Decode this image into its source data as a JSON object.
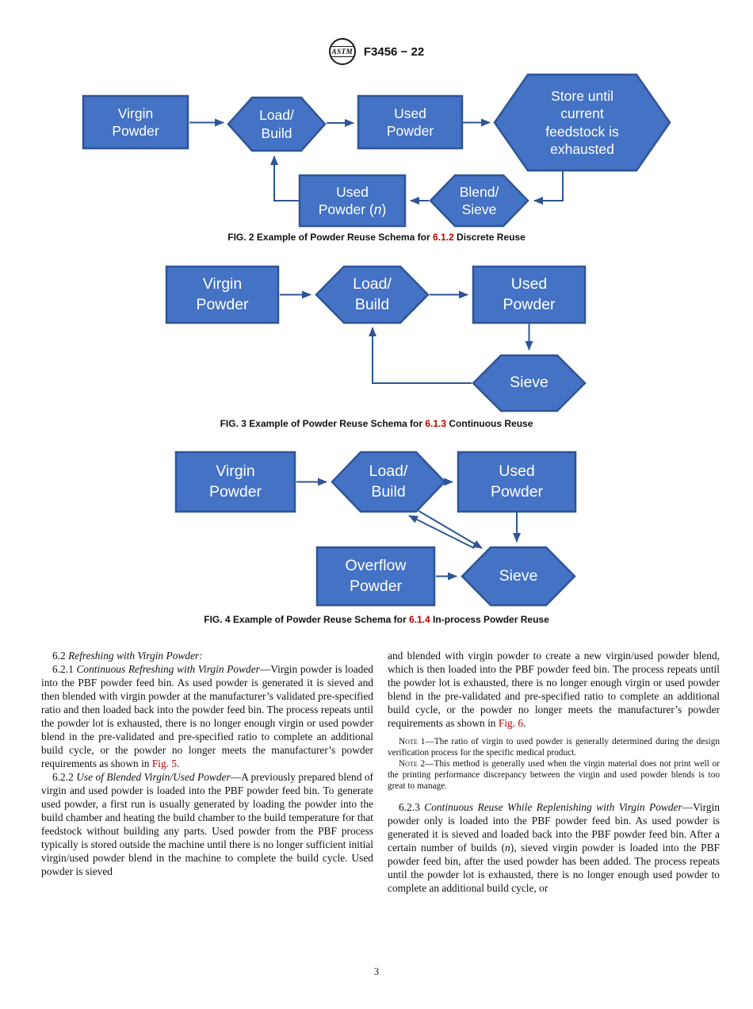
{
  "colors": {
    "node_fill": "#4472C4",
    "node_stroke": "#2F5597",
    "link_red": "#C00000"
  },
  "header": {
    "logo_text": "ASTM",
    "designation": "F3456 − 22"
  },
  "figures": {
    "fig2": {
      "caption": [
        {
          "t": "FIG. 2 Example of Powder Reuse Schema for "
        },
        {
          "t": "6.1.2",
          "s": "link"
        },
        {
          "t": " Discrete Reuse"
        }
      ],
      "nodes": {
        "virgin": [
          [
            {
              "t": "Virgin"
            }
          ],
          [
            {
              "t": "Powder"
            }
          ]
        ],
        "load_build": [
          [
            {
              "t": "Load/"
            }
          ],
          [
            {
              "t": "Build"
            }
          ]
        ],
        "used": [
          [
            {
              "t": "Used"
            }
          ],
          [
            {
              "t": "Powder"
            }
          ]
        ],
        "store": [
          [
            {
              "t": "Store until"
            }
          ],
          [
            {
              "t": "current"
            }
          ],
          [
            {
              "t": "feedstock is"
            }
          ],
          [
            {
              "t": "exhausted"
            }
          ]
        ],
        "used_n": [
          [
            {
              "t": "Used"
            }
          ],
          [
            {
              "t": "Powder ("
            },
            {
              "t": "n",
              "s": "i"
            },
            {
              "t": ")"
            }
          ]
        ],
        "blend_sieve": [
          [
            {
              "t": "Blend/"
            }
          ],
          [
            {
              "t": "Sieve"
            }
          ]
        ]
      }
    },
    "fig3": {
      "caption": [
        {
          "t": "FIG. 3 Example of Powder Reuse Schema for "
        },
        {
          "t": "6.1.3",
          "s": "link"
        },
        {
          "t": " Continuous Reuse"
        }
      ],
      "nodes": {
        "virgin": [
          [
            {
              "t": "Virgin"
            }
          ],
          [
            {
              "t": "Powder"
            }
          ]
        ],
        "load_build": [
          [
            {
              "t": "Load/"
            }
          ],
          [
            {
              "t": "Build"
            }
          ]
        ],
        "used": [
          [
            {
              "t": "Used"
            }
          ],
          [
            {
              "t": "Powder"
            }
          ]
        ],
        "sieve": [
          [
            {
              "t": "Sieve"
            }
          ]
        ]
      }
    },
    "fig4": {
      "caption": [
        {
          "t": "FIG. 4 Example of Powder Reuse Schema for "
        },
        {
          "t": "6.1.4",
          "s": "link"
        },
        {
          "t": " In-process Powder Reuse"
        }
      ],
      "nodes": {
        "virgin": [
          [
            {
              "t": "Virgin"
            }
          ],
          [
            {
              "t": "Powder"
            }
          ]
        ],
        "load_build": [
          [
            {
              "t": "Load/"
            }
          ],
          [
            {
              "t": "Build"
            }
          ]
        ],
        "used": [
          [
            {
              "t": "Used"
            }
          ],
          [
            {
              "t": "Powder"
            }
          ]
        ],
        "overflow": [
          [
            {
              "t": "Overflow"
            }
          ],
          [
            {
              "t": "Powder"
            }
          ]
        ],
        "sieve": [
          [
            {
              "t": "Sieve"
            }
          ]
        ]
      }
    }
  },
  "body": {
    "p62": [
      {
        "t": "6.2 "
      },
      {
        "t": "Refreshing with Virgin Powder:",
        "s": "i"
      }
    ],
    "p621": [
      {
        "t": "6.2.1 "
      },
      {
        "t": "Continuous Refreshing with Virgin Powder",
        "s": "i"
      },
      {
        "t": "—Virgin powder is loaded into the PBF powder feed bin. As used powder is generated it is sieved and then blended with virgin powder at the manufacturer’s validated pre-specified ratio and then loaded back into the powder feed bin. The process repeats until the powder lot is exhausted, there is no longer enough virgin or used powder blend in the pre-validated and pre-specified ratio to complete an additional build cycle, or the powder no longer meets the manufacturer’s powder requirements as shown in "
      },
      {
        "t": "Fig. 5",
        "s": "link"
      },
      {
        "t": "."
      }
    ],
    "p622": [
      {
        "t": "6.2.2 "
      },
      {
        "t": "Use of Blended Virgin/Used Powder",
        "s": "i"
      },
      {
        "t": "—A previously prepared blend of virgin and used powder is loaded into the PBF powder feed bin. To generate used powder, a first run is usually generated by loading the powder into the build chamber and heating the build chamber to the build temperature for that feedstock without building any parts. Used powder from the PBF process typically is stored outside the machine until there is no longer sufficient initial virgin/used powder blend in the machine to complete the build cycle. Used powder is sieved"
      }
    ],
    "p_cont": [
      {
        "t": "and blended with virgin powder to create a new virgin/used powder blend, which is then loaded into the PBF powder feed bin. The process repeats until the powder lot is exhausted, there is no longer enough virgin or used powder blend in the pre-validated and pre-specified ratio to complete an additional build cycle, or the powder no longer meets the manufacturer’s powder requirements as shown in "
      },
      {
        "t": "Fig. 6",
        "s": "link"
      },
      {
        "t": "."
      }
    ],
    "note1": [
      {
        "t": "Note 1",
        "s": "sc"
      },
      {
        "t": "—The ratio of virgin to used powder is generally determined during the design verification process for the specific medical product."
      }
    ],
    "note2": [
      {
        "t": "Note 2",
        "s": "sc"
      },
      {
        "t": "—This method is generally used when the virgin material does not print well or the printing performance discrepancy between the virgin and used powder blends is too great to manage."
      }
    ],
    "p623": [
      {
        "t": "6.2.3 "
      },
      {
        "t": "Continuous Reuse While Replenishing with Virgin Powder",
        "s": "i"
      },
      {
        "t": "—Virgin powder only is loaded into the PBF powder feed bin. As used powder is generated it is sieved and loaded back into the PBF powder feed bin. After a certain number of builds ("
      },
      {
        "t": "n",
        "s": "i"
      },
      {
        "t": "), sieved virgin powder is loaded into the PBF powder feed bin, after the used powder has been added. The process repeats until the powder lot is exhausted, there is no longer enough used powder to complete an additional build cycle, or"
      }
    ]
  },
  "page_number": "3"
}
